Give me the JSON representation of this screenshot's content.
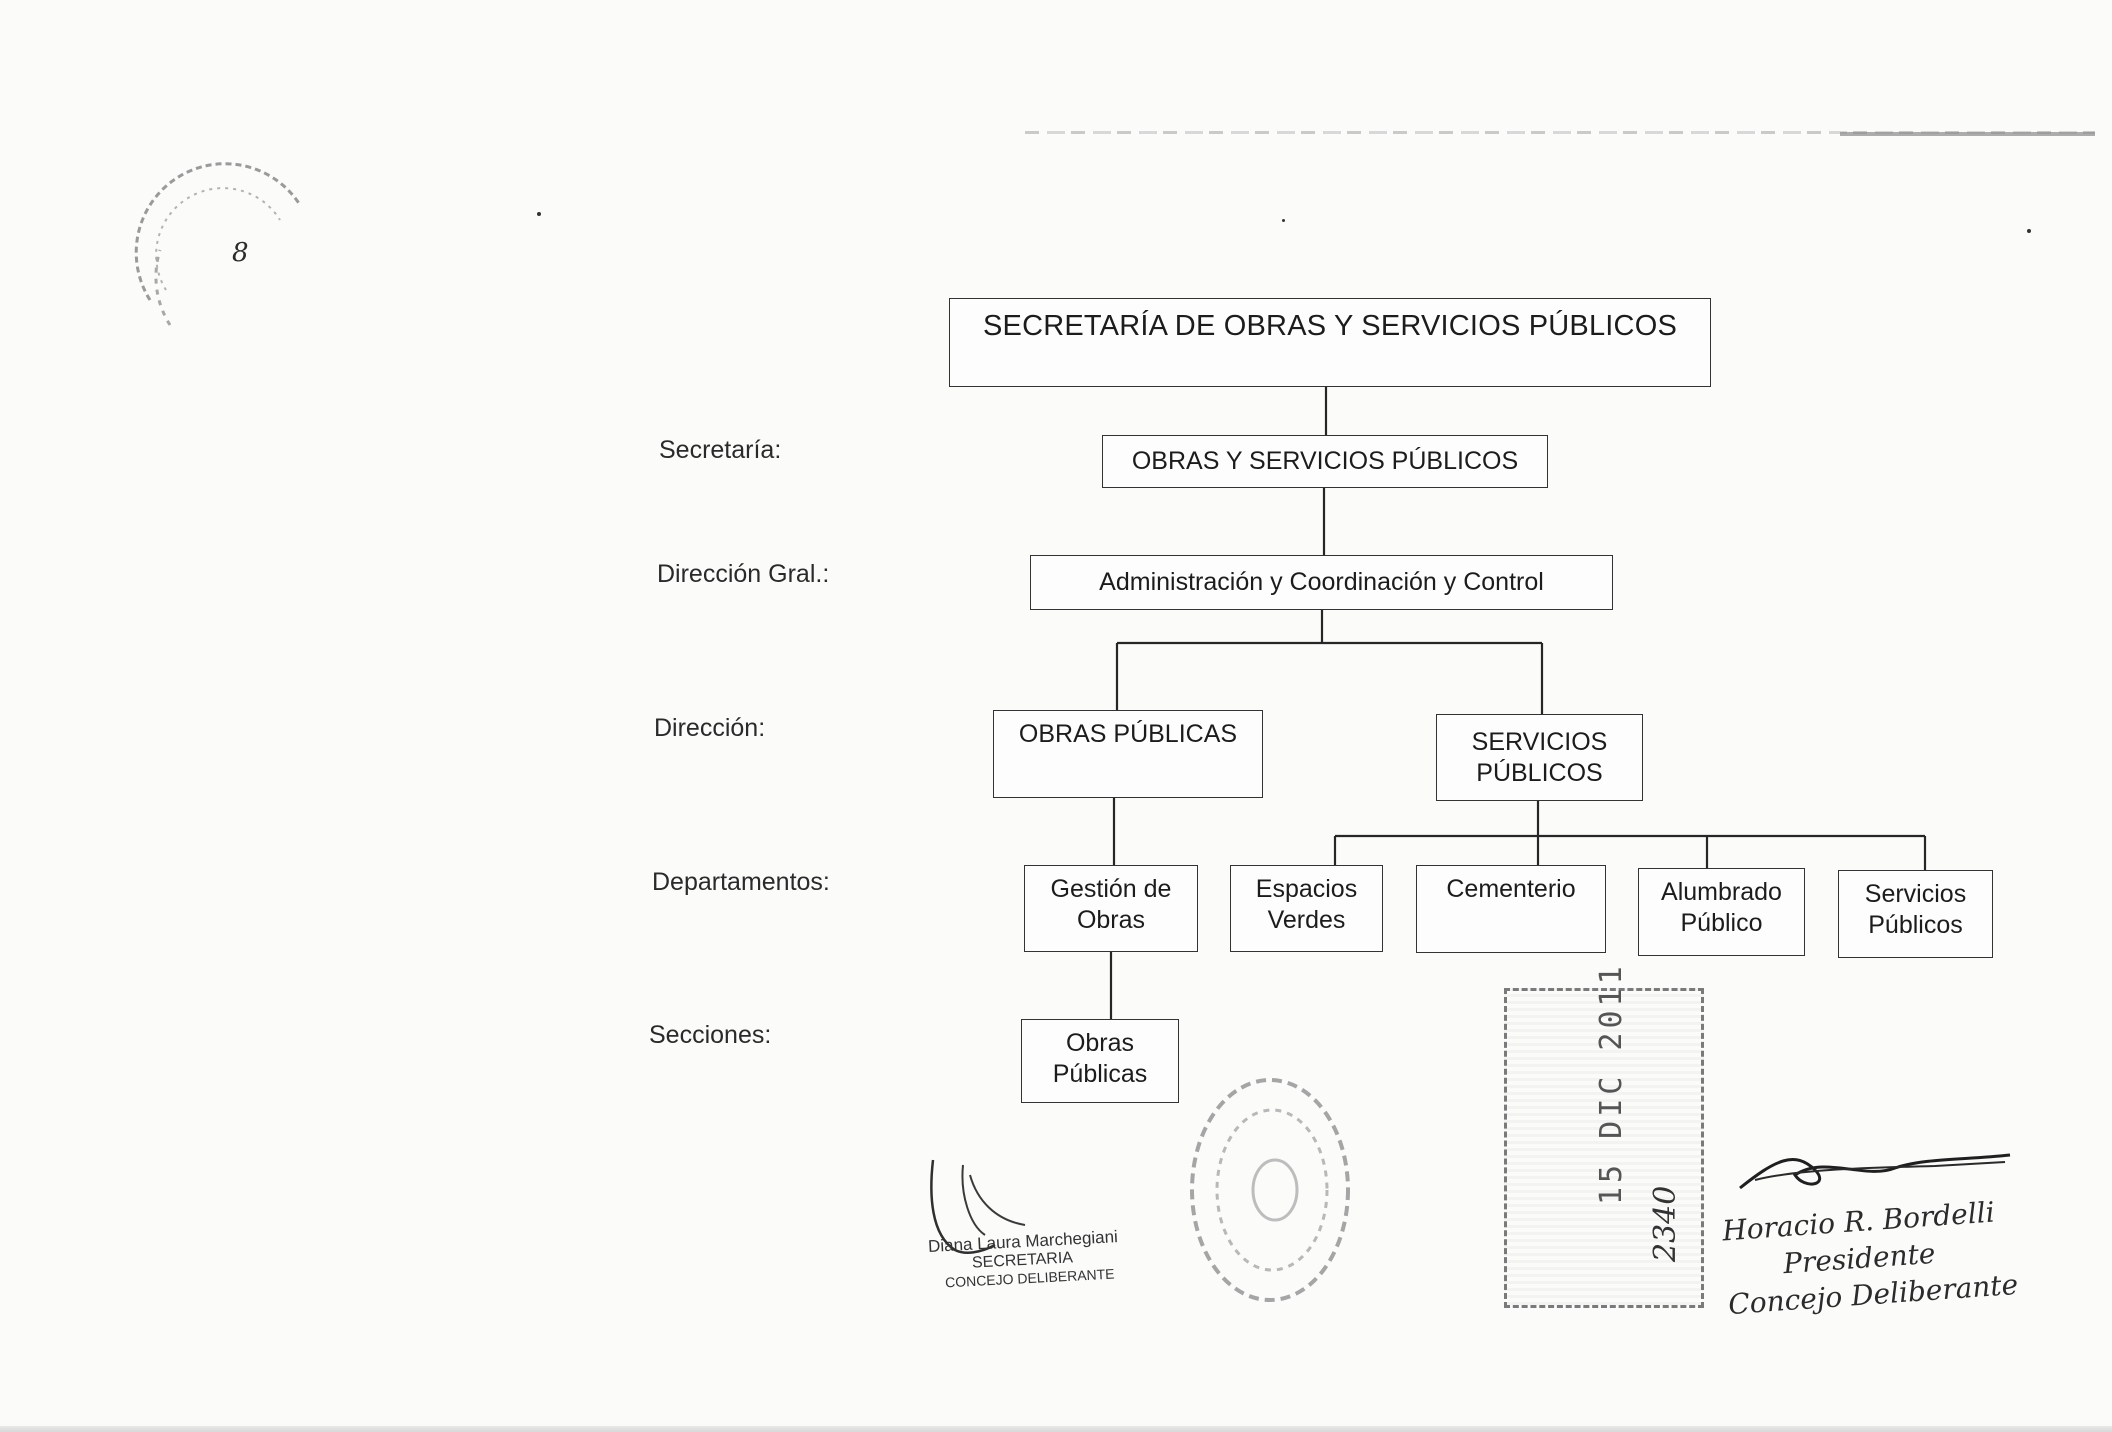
{
  "diagram": {
    "title": "SECRETARÍA DE OBRAS Y SERVICIOS PÚBLICOS",
    "levels": {
      "secretaria": "Secretaría:",
      "direccion_gral": "Dirección Gral.:",
      "direccion": "Dirección:",
      "departamentos": "Departamentos:",
      "secciones": "Secciones:"
    },
    "nodes": {
      "secretaria": "OBRAS Y SERVICIOS PÚBLICOS",
      "direccion_gral": "Administración y Coordinación y Control",
      "dir_obras": "OBRAS PÚBLICAS",
      "dir_servicios": "SERVICIOS\nPÚBLICOS",
      "dep_gestion": "Gestión de\nObras",
      "dep_espacios": "Espacios\nVerdes",
      "dep_cementerio": "Cementerio",
      "dep_alumbrado": "Alumbrado\nPúblico",
      "dep_servicios": "Servicios\nPúblicos",
      "sec_obras": "Obras\nPúblicas"
    }
  },
  "stamps": {
    "date": "15 DIC 2011",
    "entry_number": "2340",
    "page_number": "8"
  },
  "signatures": {
    "left_name": "Diana Laura Marchegiani",
    "left_role": "SECRETARIA",
    "left_org": "CONCEJO DELIBERANTE",
    "right_name": "Horacio R. Bordelli",
    "right_role": "Presidente",
    "right_org": "Concejo Deliberante"
  }
}
